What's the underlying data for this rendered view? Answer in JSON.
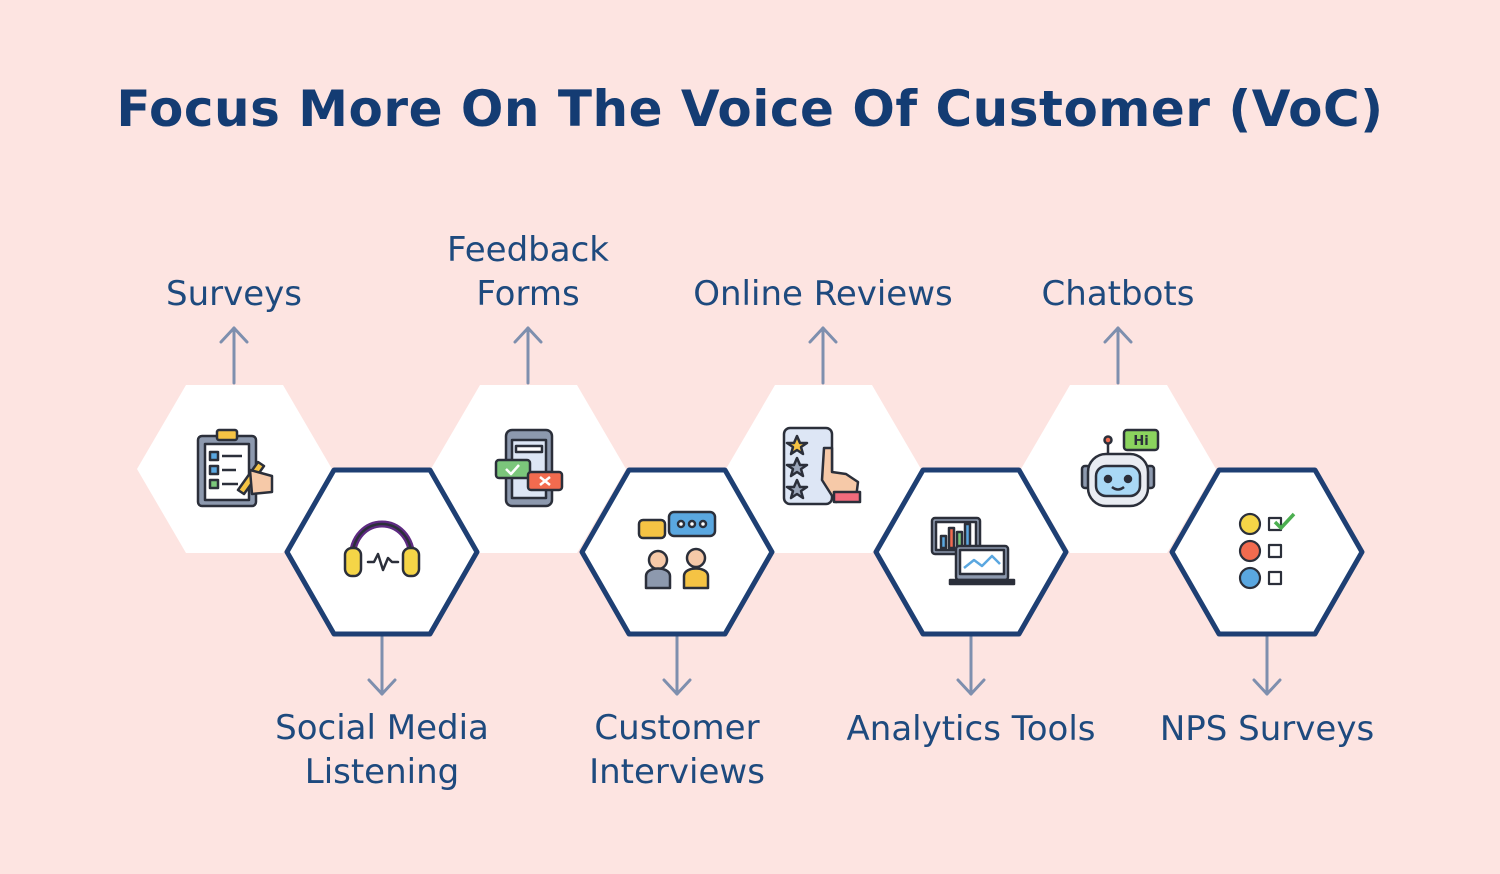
{
  "title": "Focus More On The Voice Of Customer (VoC)",
  "colors": {
    "background": "#FDE4E1",
    "hex_border": "#1E3F73",
    "hex_fill": "#FFFFFF",
    "arrow": "#7E8FAE",
    "text": "#1E4A7E"
  },
  "items": [
    {
      "label": "Surveys",
      "icon": "clipboard-checklist-icon"
    },
    {
      "label": "Social Media\nListening",
      "icon": "headphones-icon"
    },
    {
      "label": "Feedback\nForms",
      "icon": "phone-feedback-icon"
    },
    {
      "label": "Customer\nInterviews",
      "icon": "interview-chat-icon"
    },
    {
      "label": "Online Reviews",
      "icon": "star-rating-phone-icon"
    },
    {
      "label": "Analytics Tools",
      "icon": "analytics-monitor-icon"
    },
    {
      "label": "Chatbots",
      "icon": "robot-chatbot-icon"
    },
    {
      "label": "NPS Surveys",
      "icon": "emoji-rating-checklist-icon"
    }
  ]
}
